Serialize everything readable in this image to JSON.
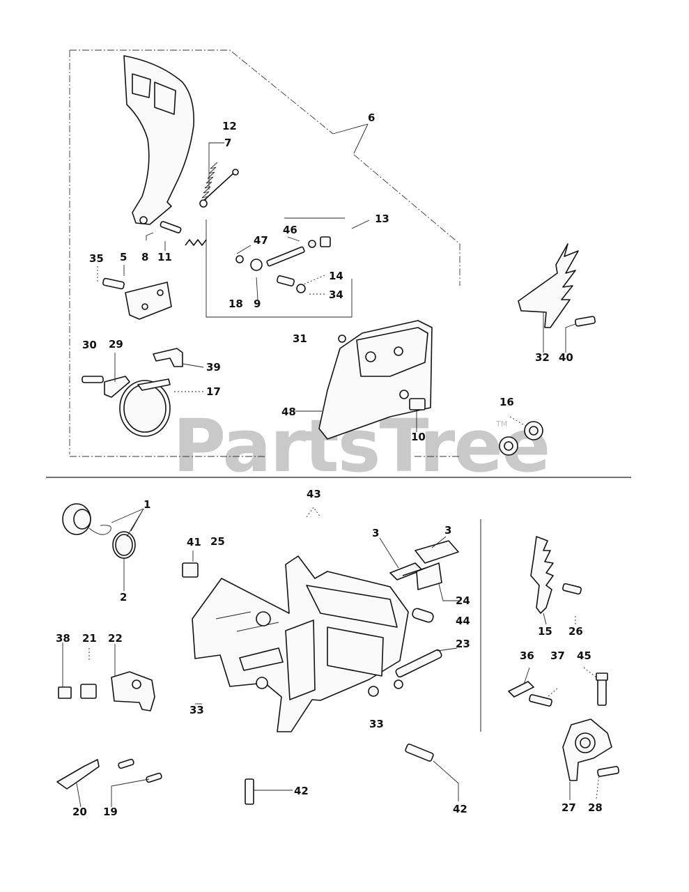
{
  "watermark": {
    "text": "PartsTree",
    "trademark": "TM"
  },
  "labels": {
    "p1": "1",
    "p2": "2",
    "p3a": "3",
    "p3b": "3",
    "p5": "5",
    "p6": "6",
    "p7": "7",
    "p8": "8",
    "p9": "9",
    "p10": "10",
    "p11": "11",
    "p12": "12",
    "p13": "13",
    "p14": "14",
    "p15": "15",
    "p16": "16",
    "p17": "17",
    "p18": "18",
    "p19": "19",
    "p20": "20",
    "p21": "21",
    "p22": "22",
    "p23": "23",
    "p24": "24",
    "p25": "25",
    "p26": "26",
    "p27": "27",
    "p28": "28",
    "p29": "29",
    "p30": "30",
    "p31": "31",
    "p32": "32",
    "p33a": "33",
    "p33b": "33",
    "p34": "34",
    "p35": "35",
    "p36": "36",
    "p37": "37",
    "p38": "38",
    "p39": "39",
    "p40": "40",
    "p41": "41",
    "p42a": "42",
    "p42b": "42",
    "p43": "43",
    "p44": "44",
    "p45": "45",
    "p46": "46",
    "p47": "47",
    "p48": "48"
  }
}
